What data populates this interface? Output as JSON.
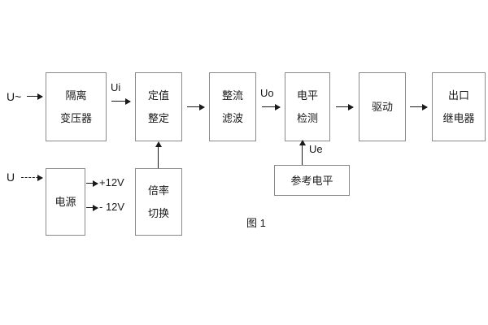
{
  "figure": {
    "caption": "图 1",
    "line_color": "#1a1a1a",
    "box_border_color": "#8a8a8a",
    "background": "#ffffff"
  },
  "signal_path": {
    "blocks": [
      {
        "id": "isolation-transformer",
        "line1": "隔离",
        "line2": "变压器"
      },
      {
        "id": "setting-value",
        "line1": "定值",
        "line2": "整定"
      },
      {
        "id": "rectify-filter",
        "line1": "整流",
        "line2": "滤波"
      },
      {
        "id": "level-detection",
        "line1": "电平",
        "line2": "检测"
      },
      {
        "id": "driver",
        "line1": "驱动",
        "line2": ""
      },
      {
        "id": "output-relay",
        "line1": "出口",
        "line2": "继电器"
      }
    ]
  },
  "support_blocks": [
    {
      "id": "power-supply",
      "line1": "电源",
      "line2": ""
    },
    {
      "id": "ratio-switch",
      "line1": "倍率",
      "line2": "切换"
    },
    {
      "id": "reference-level",
      "line1": "参考电平",
      "line2": ""
    }
  ],
  "labels": {
    "input_ac": "U~",
    "input_power": "U",
    "ui": "Ui",
    "uo": "Uo",
    "ue": "Ue",
    "plus12v": "+12V",
    "minus12v": "- 12V"
  }
}
